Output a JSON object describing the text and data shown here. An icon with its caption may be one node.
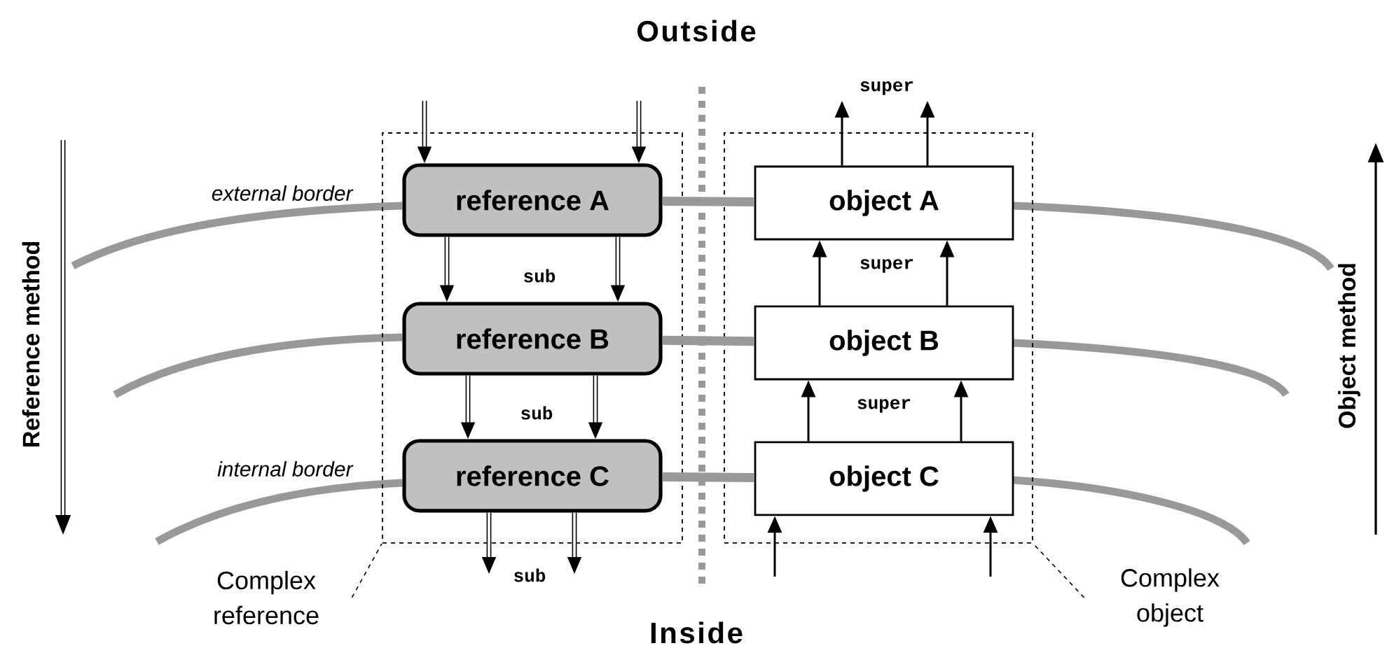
{
  "diagram": {
    "nodes": [
      {
        "text": [],
        "shape": "box"
      },
      {
        "text": [
          "reference A"
        ],
        "in": 0
      },
      {
        "text": [
          "reference B"
        ],
        "in": 0
      },
      {
        "text": [
          "reference C"
        ],
        "in": 0
      },
      {
        "text": [],
        "shape": "box"
      },
      {
        "text": [
          "object A"
        ],
        "in": 4
      },
      {
        "text": [
          "object B"
        ],
        "in": 4
      },
      {
        "text": [
          "object C"
        ],
        "in": 4
      },
      {
        "text": [
          "Complex reference"
        ]
      },
      {
        "text": [
          "Complex object"
        ]
      }
    ],
    "edges": [
      {
        "from": null,
        "to": 1,
        "arrow": "to"
      },
      {
        "from": null,
        "to": 1,
        "arrow": "to"
      },
      {
        "from": 1,
        "to": 2,
        "arrow": "to"
      },
      {
        "from": 1,
        "to": 2,
        "arrow": "to"
      },
      {
        "from": 2,
        "to": 3,
        "arrow": "to"
      },
      {
        "from": 2,
        "to": 3,
        "arrow": "to"
      },
      {
        "from": 3,
        "to": null,
        "arrow": "to"
      },
      {
        "from": 3,
        "to": null,
        "arrow": "to"
      },
      {
        "from": null,
        "to": 7,
        "arrow": "to"
      },
      {
        "from": null,
        "to": 7,
        "arrow": "to"
      },
      {
        "from": 7,
        "to": 6,
        "arrow": "to"
      },
      {
        "from": 7,
        "to": 6,
        "arrow": "to"
      },
      {
        "from": 6,
        "to": 5,
        "arrow": "to"
      },
      {
        "from": 6,
        "to": 5,
        "arrow": "to"
      },
      {
        "from": 5,
        "to": null,
        "arrow": "to"
      },
      {
        "from": 5,
        "to": null,
        "arrow": "to"
      },
      {
        "from": 1,
        "to": 5,
        "arrow": "none",
        "style": "thick",
        "color": "#999999"
      },
      {
        "from": 2,
        "to": 6,
        "arrow": "none",
        "style": "thick",
        "color": "#999999"
      },
      {
        "from": 3,
        "to": 7,
        "arrow": "none",
        "style": "thick",
        "color": "#999999"
      },
      {
        "from": 8,
        "to": 0,
        "arrow": "none",
        "style": "dashed"
      },
      {
        "from": 9,
        "to": 4,
        "arrow": "none",
        "style": "dashed"
      }
    ],
    "labels": [
      "Outside",
      "super",
      "external border",
      "Reference method",
      "Object method",
      "sub",
      "super",
      "sub",
      "super",
      "internal border",
      "sub",
      "Inside"
    ]
  }
}
